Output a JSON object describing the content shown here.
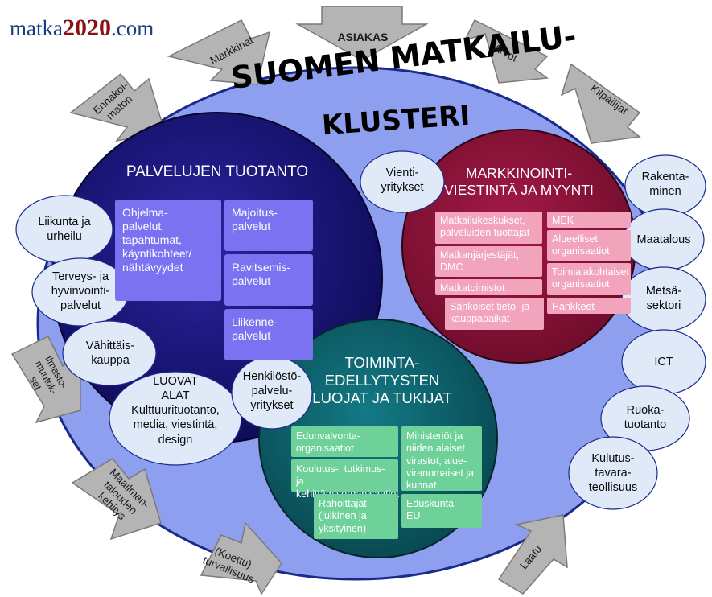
{
  "logo": {
    "prefix": "matka",
    "year": "2020",
    "suffix": ".com"
  },
  "title": {
    "line1": "SUOMEN MATKAILU-",
    "line2": "KLUSTERI"
  },
  "arrows": {
    "asiakas": "ASIAKAS",
    "markkinat": "Markkinat",
    "arvot": "Arvot",
    "ennakoimaton": "Ennakoi-\nmaton",
    "kilpailijat": "Kilpailijat",
    "ilmastomuutokset": "Ilmasto-\nmuutok-\nset",
    "maailmantalous": "Maailman-\ntalouden\nkehitys",
    "turvallisuus": "(Koettu)\nturvallisuus",
    "laatu": "Laatu"
  },
  "production": {
    "title": "PALVELUJEN TUOTANTO",
    "box_program": "Ohjelma-\npalvelut,\ntapahtumat,\nkäyntikohteet/\nnähtävyydet",
    "box_accommodation": "Majoitus-\npalvelut",
    "box_food": "Ravitsemis-\npalvelut",
    "box_transport": "Liikenne-\npalvelut"
  },
  "marketing": {
    "title": "MARKKINOINTI-\nVIESTINTÄ JA MYYNTI",
    "box_centres": "Matkailukeskukset,\npalveluiden tuottajat",
    "box_dmc": "Matkanjärjestäjät,\nDMC",
    "box_agencies": "Matkatoimistot",
    "box_electronic": "Sähköiset tieto- ja\nkauppapaikat",
    "box_mek": "MEK",
    "box_regional": "Alueelliset\norganisaatiot",
    "box_sector": "Toimialakohtaiset\norganisaatiot",
    "box_projects": "Hankkeet"
  },
  "enablers": {
    "title": "TOIMINTA-\nEDELLYTYSTEN\nLUOJAT JA TUKIJAT",
    "box_advocacy": "Edunvalvonta-\norganisaatiot",
    "box_education": "Koulutus-, tutkimus- ja\nkehittämisorganisaatiot",
    "box_funders": "Rahoittajat\n(julkinen ja\nyksityinen)",
    "box_ministries": "Ministeriöt ja\nniiden alaiset\nvirastot, alue-\nviranomaiset ja\nkunnat",
    "box_parliament": "Eduskunta\nEU"
  },
  "bubbles": {
    "export": "Vienti-\nyritykset",
    "sports": "Liikunta ja\nurheilu",
    "health": "Terveys- ja\nhyvinvointi-\npalvelut",
    "retail": "Vähittäis-\nkauppa",
    "creative": "LUOVAT\nALAT\nKulttuurituotanto,\nmedia, viestintä,\ndesign",
    "staffing": "Henkilöstö-\npalvelu-\nyritykset",
    "construction": "Rakenta-\nminen",
    "agriculture": "Maatalous",
    "forestry": "Metsä-\nsektori",
    "ict": "ICT",
    "food": "Ruoka-\ntuotanto",
    "consumer": "Kulutus-\ntavara-\nteollisuus"
  },
  "colors": {
    "outer_ellipse": "#8f9ff0",
    "production_circle": "#15116b",
    "marketing_circle": "#8b1138",
    "enablers_circle": "#0d5e6b",
    "bubble": "#dfe9f8",
    "arrow": "#b4b4b4",
    "blue_box": "#7a72f0",
    "pink_box": "#f2a4bc",
    "green_box": "#6fd19a"
  }
}
